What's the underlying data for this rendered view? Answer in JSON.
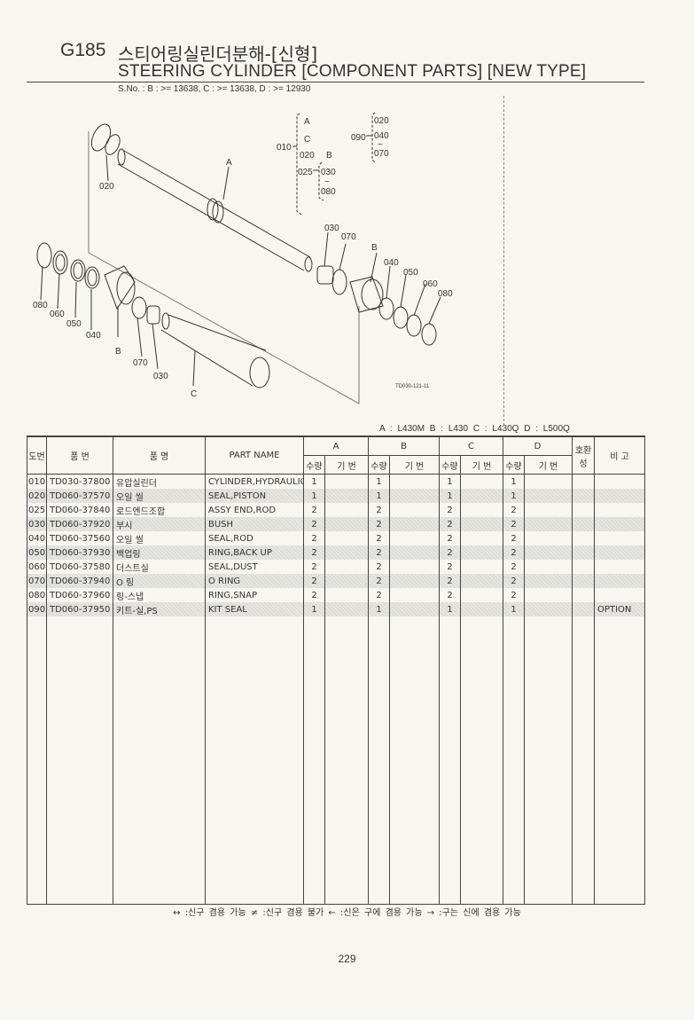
{
  "header": {
    "code": "G185",
    "title_kr": "스티어링실린더분해-[신형]",
    "title_en": "STEERING CYLINDER [COMPONENT PARTS] [NEW TYPE]",
    "serial": "S.No. :  B : >= 13638,   C : >= 13638,   D : >= 12930"
  },
  "diagram": {
    "drawing_no": "TD030-121-11",
    "callouts": {
      "a": "A",
      "b": "B",
      "c": "C",
      "p010": "010",
      "p020": "020",
      "p025": "025",
      "p030": "030",
      "p040": "040",
      "p050": "050",
      "p060": "060",
      "p070": "070",
      "p080": "080",
      "p090": "090",
      "tilde": "~",
      "dot": "·"
    }
  },
  "models": "A : L430M   B : L430   C : L430Q   D : L500Q",
  "table": {
    "headers": {
      "ref": "도번",
      "part_no": "품  번",
      "name_kr": "품  명",
      "part_name": "PART NAME",
      "a": "A",
      "b": "B",
      "c": "C",
      "d": "D",
      "qty": "수량",
      "serial": "기 번",
      "compat": "호환성",
      "remarks": "비  고"
    },
    "rows": [
      {
        "ref": "010",
        "part_no": "TD030-37800",
        "name_kr": "유압실린더",
        "part_name": "CYLINDER,HYDRAULIC",
        "a": "1",
        "b": "1",
        "c": "1",
        "d": "1",
        "remarks": ""
      },
      {
        "ref": "020",
        "part_no": "TD060-37570",
        "name_kr": "오일 씰",
        "part_name": "SEAL,PISTON",
        "a": "1",
        "b": "1",
        "c": "1",
        "d": "1",
        "remarks": ""
      },
      {
        "ref": "025",
        "part_no": "TD060-37840",
        "name_kr": "로드엔드조합",
        "part_name": "ASSY END,ROD",
        "a": "2",
        "b": "2",
        "c": "2",
        "d": "2",
        "remarks": ""
      },
      {
        "ref": "030",
        "part_no": "TD060-37920",
        "name_kr": "부시",
        "part_name": "BUSH",
        "a": "2",
        "b": "2",
        "c": "2",
        "d": "2",
        "remarks": ""
      },
      {
        "ref": "040",
        "part_no": "TD060-37560",
        "name_kr": "오일 씰",
        "part_name": "SEAL,ROD",
        "a": "2",
        "b": "2",
        "c": "2",
        "d": "2",
        "remarks": ""
      },
      {
        "ref": "050",
        "part_no": "TD060-37930",
        "name_kr": "백업링",
        "part_name": "RING,BACK UP",
        "a": "2",
        "b": "2",
        "c": "2",
        "d": "2",
        "remarks": ""
      },
      {
        "ref": "060",
        "part_no": "TD060-37580",
        "name_kr": "더스트실",
        "part_name": "SEAL,DUST",
        "a": "2",
        "b": "2",
        "c": "2",
        "d": "2",
        "remarks": ""
      },
      {
        "ref": "070",
        "part_no": "TD060-37940",
        "name_kr": "O 링",
        "part_name": "O RING",
        "a": "2",
        "b": "2",
        "c": "2",
        "d": "2",
        "remarks": ""
      },
      {
        "ref": "080",
        "part_no": "TD060-37960",
        "name_kr": "링-스냅",
        "part_name": "RING,SNAP",
        "a": "2",
        "b": "2",
        "c": "2",
        "d": "2",
        "remarks": ""
      },
      {
        "ref": "090",
        "part_no": "TD060-37950",
        "name_kr": "키트-실,PS",
        "part_name": "KIT SEAL",
        "a": "1",
        "b": "1",
        "c": "1",
        "d": "1",
        "remarks": "OPTION"
      }
    ]
  },
  "footer": {
    "legend": "↔ :신구 겸용 가능    ≠ :신구 겸용 불가    ← :신은 구에 겸용 가능    → :구는 신에 겸용 가능",
    "page": "229"
  }
}
